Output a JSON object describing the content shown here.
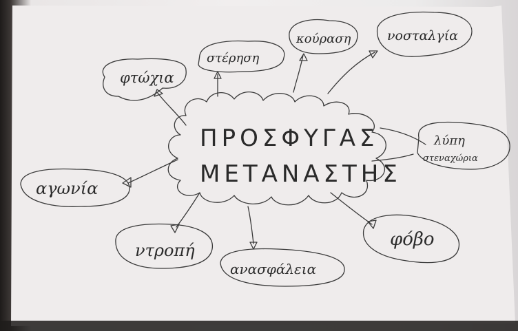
{
  "mindmap": {
    "center": {
      "line1": "ΠΡΟΣΦΥΓΑΣ",
      "line2": "ΜΕΤΑΝΑΣΤΗΣ"
    },
    "nodes": {
      "ftwxia": "φτώχια",
      "sterisi": "στέρηση",
      "kourasi": "κούραση",
      "nostalgia": "νοσταλγία",
      "lypi": "λύπη",
      "stenoxwria": "στεναχώρια",
      "agwnia": "αγωνία",
      "ntropi": "ντροπή",
      "anasfaleia": "ανασφάλεια",
      "fovo": "φόβο"
    }
  },
  "colors": {
    "pencil": "#3a3a3a",
    "paper": "#f0eded",
    "background": "#2a2624"
  }
}
